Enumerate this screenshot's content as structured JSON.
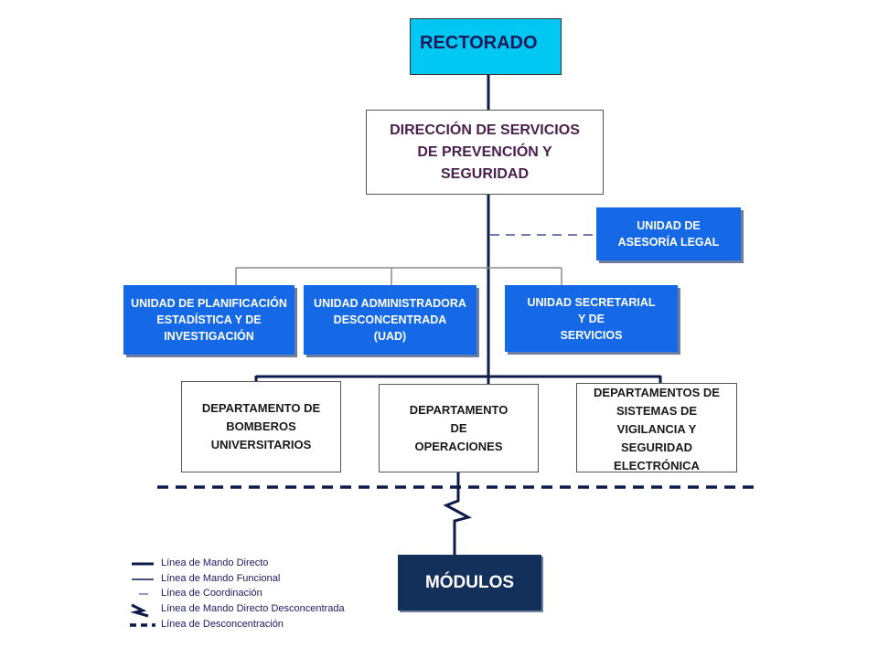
{
  "org_chart": {
    "rectorado": "RECTORADO",
    "direccion": "DIRECCIÓN DE SERVICIOS\nDE PREVENCIÓN Y\nSEGURIDAD",
    "asesoria_legal": "UNIDAD DE\nASESORÍA LEGAL",
    "planificacion": "UNIDAD DE PLANIFICACIÓN\nESTADÍSTICA Y DE\nINVESTIGACIÓN",
    "uad": "UNIDAD ADMINISTRADORA\nDESCONCENTRADA\n(UAD)",
    "secretarial": "UNIDAD SECRETARIAL\nY DE\nSERVICIOS",
    "bomberos": "DEPARTAMENTO DE\nBOMBEROS\nUNIVERSITARIOS",
    "operaciones": "DEPARTAMENTO\nDE\nOPERACIONES",
    "vigilancia": "DEPARTAMENTOS DE\nSISTEMAS DE\nVIGILANCIA  Y\nSEGURIDAD\nELECTRÓNICA",
    "modulos": "MÓDULOS"
  },
  "legend": {
    "mando_directo": "Línea de Mando Directo",
    "mando_funcional": "Línea de Mando Funcional",
    "coordinacion": "Línea de Coordinación",
    "mando_directo_desconcentrada": "Línea de Mando Directo Desconcentrada",
    "desconcentracion": "Línea de Desconcentración"
  },
  "colors": {
    "mando_directo_line": "#0d1a4a",
    "funcional_line": "#8a8a8a",
    "coordinacion_line": "#6c7ab0",
    "blue_box": "#1569e6",
    "cyan_box": "#00c8f2",
    "navy_box": "#12305a"
  }
}
